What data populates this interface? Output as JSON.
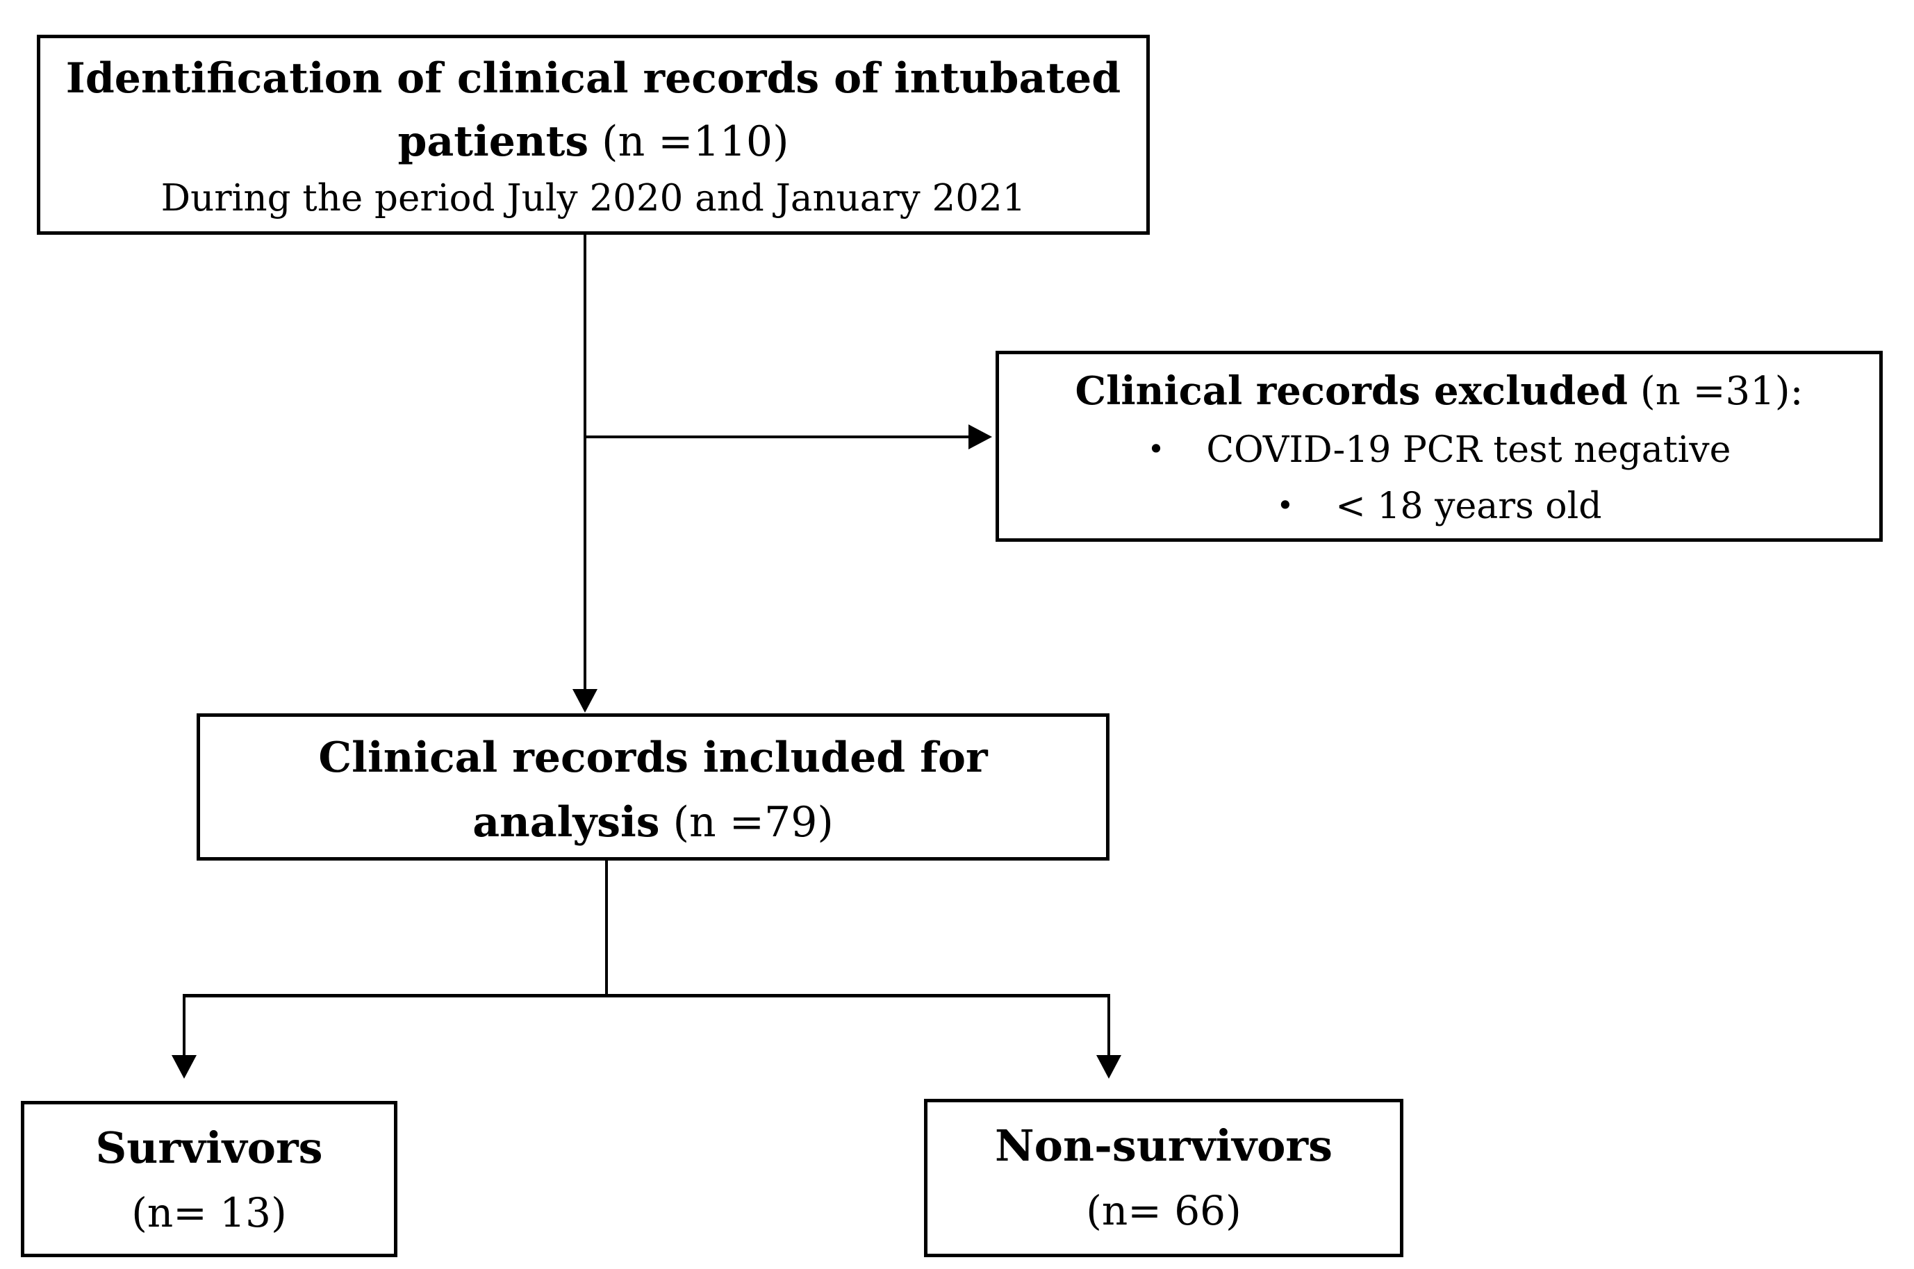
{
  "diagram": {
    "colors": {
      "border": "#000000",
      "background": "#ffffff",
      "text": "#000000"
    },
    "boxes": {
      "identification": {
        "title_line1": "Identification of clinical records of intubated",
        "title_line2_bold": "patients",
        "title_line2_regular": " (n =110)",
        "subtitle": "During the period July 2020 and January 2021"
      },
      "excluded": {
        "header_bold": "Clinical records excluded",
        "header_regular": " (n =31):",
        "bullet_glyph": "•",
        "bullets": [
          "COVID-19 PCR test negative",
          "< 18 years old"
        ]
      },
      "included": {
        "title_line1": "Clinical records included for",
        "title_line2_bold": "analysis",
        "title_line2_regular": " (n =79)"
      },
      "survivors": {
        "label": "Survivors",
        "count": "(n= 13)"
      },
      "non_survivors": {
        "label": "Non-survivors",
        "count": "(n= 66)"
      }
    }
  }
}
